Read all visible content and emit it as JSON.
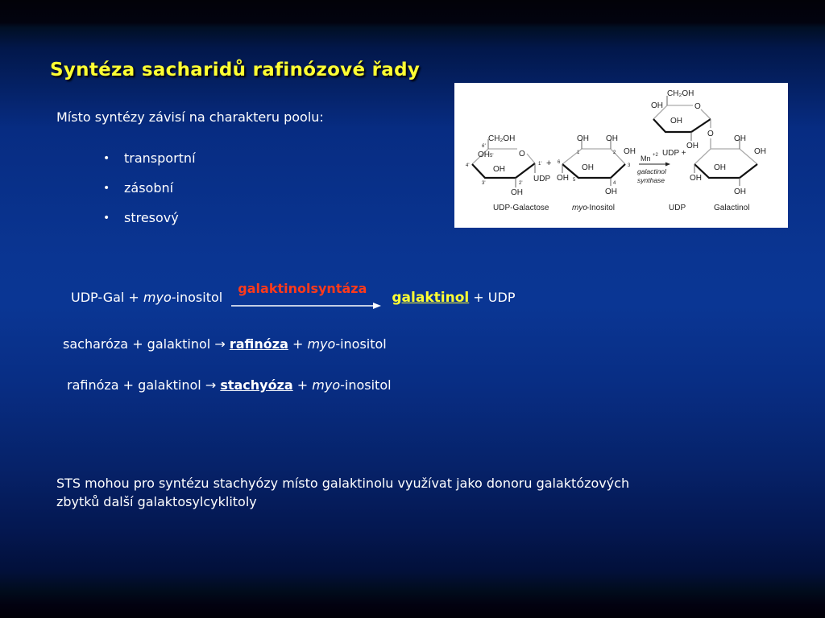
{
  "slide": {
    "title": "Syntéza sacharidů rafinózové řady",
    "intro": "Místo syntézy závisí na charakteru poolu:",
    "bullets": [
      {
        "marker": "•",
        "label": "transportní"
      },
      {
        "marker": "•",
        "label": "zásobní"
      },
      {
        "marker": "•",
        "label": "stresový"
      }
    ]
  },
  "diagram": {
    "reactant1": {
      "label": "UDP-Galactose",
      "ch2oh": "CH₂OH",
      "oh": "OH",
      "udp": "UDP",
      "ring_o": "O",
      "positions": [
        "6'",
        "5'",
        "4'",
        "3'",
        "2'",
        "1'"
      ]
    },
    "plus1": "+",
    "reactant2": {
      "label_italic": "myo",
      "label_rest": "-Inositol",
      "oh": "OH",
      "positions": [
        "1",
        "2",
        "3",
        "4",
        "5",
        "6"
      ]
    },
    "catalyst": "Mn",
    "catalyst_charge": "+2",
    "enzyme_line1": "galactinol",
    "enzyme_line2": "synthase",
    "byproduct": "UDP +",
    "byproduct_label": "UDP",
    "product": {
      "label": "Galactinol",
      "ch2oh": "CH₂OH",
      "oh": "OH",
      "ring_o": "O",
      "link_o": "O"
    }
  },
  "equations": {
    "eq1": {
      "lhs_a": "UDP-Gal + ",
      "lhs_italic": "myo",
      "lhs_b": "-inositol",
      "enzyme": "galaktinolsyntáza",
      "product": "galaktinol",
      "rest": " + UDP"
    },
    "eq2": {
      "lhs": "sacharóza + galaktinol ",
      "arrow": "→",
      "product": "rafinóza",
      "rest_a": " + ",
      "rest_italic": "myo",
      "rest_b": "-inositol"
    },
    "eq3": {
      "lhs": "rafinóza + galaktinol ",
      "arrow": "→",
      "product": "stachyóza",
      "rest_a": " + ",
      "rest_italic": "myo",
      "rest_b": "-inositol"
    }
  },
  "note": {
    "line1": "STS mohou pro syntézu stachyózy místo galaktinolu využívat jako donoru galaktózových",
    "line2": "zbytků další galaktosylcyklitoly"
  },
  "colors": {
    "title": "#ffff33",
    "enzyme": "#ff3a1a",
    "product_highlight": "#ffff33",
    "text": "#ffffff",
    "background_mid": "#0a3592"
  }
}
